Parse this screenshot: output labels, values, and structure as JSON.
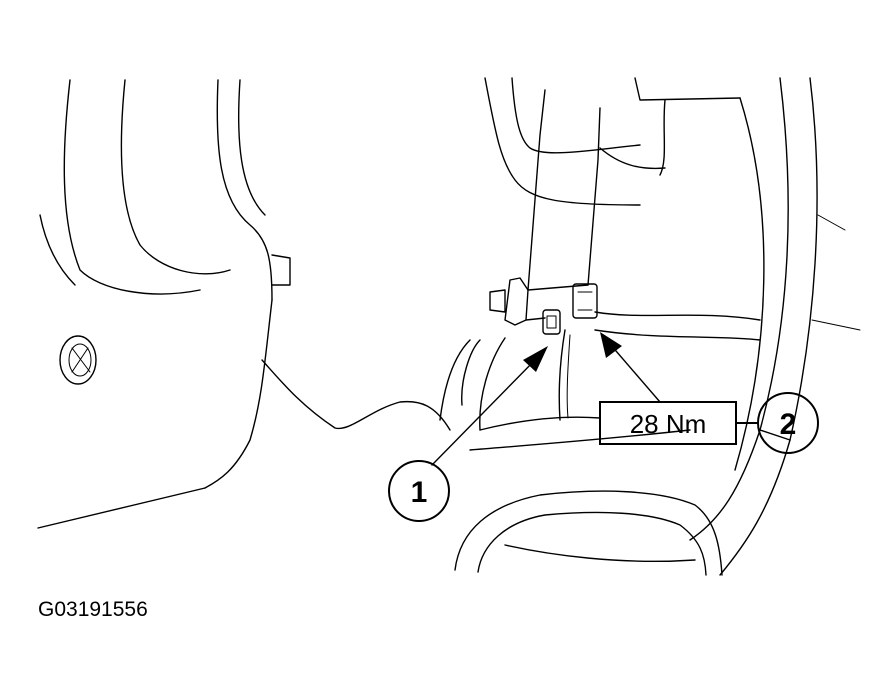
{
  "figure_id": "G03191556",
  "callouts": [
    {
      "number": "1"
    },
    {
      "number": "2"
    }
  ],
  "torque_spec": "28 Nm",
  "colors": {
    "line": "#000000",
    "background": "#ffffff"
  }
}
